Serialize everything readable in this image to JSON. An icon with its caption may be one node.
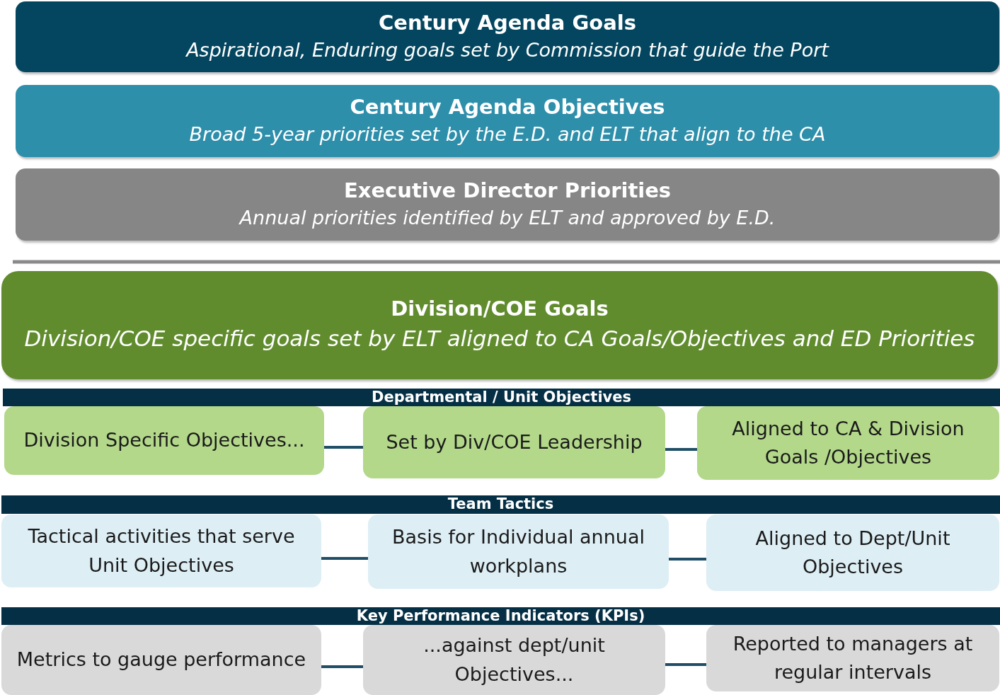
{
  "diagram": {
    "nodes": [
      {
        "text": [
          "Century Agenda Goals",
          "Aspirational, Enduring goals set by Commission that guide the Port"
        ]
      },
      {
        "text": [
          "Century Agenda Objectives",
          "Broad 5-year priorities set by the E.D. and ELT that align to the CA"
        ]
      },
      {
        "text": [
          "Executive Director Priorities",
          "Annual priorities identified by ELT and approved by E.D."
        ]
      },
      {
        "text": [
          "Division/COE Goals",
          "Division/COE specific goals set by ELT aligned to CA Goals/Objectives and ED Priorities"
        ]
      },
      {
        "text": [
          "Departmental / Unit Objectives"
        ]
      },
      {
        "text": [
          "Division Specific Objectives..."
        ]
      },
      {
        "text": [
          "Set by Div/COE Leadership"
        ]
      },
      {
        "text": [
          "Aligned to CA & Division Goals /Objectives"
        ]
      },
      {
        "text": [
          "Team Tactics"
        ]
      },
      {
        "text": [
          "Tactical activities that serve Unit Objectives"
        ]
      },
      {
        "text": [
          "Basis for Individual annual workplans"
        ]
      },
      {
        "text": [
          "Aligned to Dept/Unit Objectives"
        ]
      },
      {
        "text": [
          "Key Performance Indicators (KPIs)"
        ]
      },
      {
        "text": [
          "Metrics to gauge performance"
        ]
      },
      {
        "text": [
          "...against dept/unit Objectives..."
        ]
      },
      {
        "text": [
          "Reported to managers at regular intervals"
        ]
      }
    ],
    "edges": [
      {
        "from": 5,
        "to": 6,
        "arrow": "none"
      },
      {
        "from": 6,
        "to": 7,
        "arrow": "none"
      },
      {
        "from": 9,
        "to": 10,
        "arrow": "none"
      },
      {
        "from": 10,
        "to": 11,
        "arrow": "none"
      },
      {
        "from": 13,
        "to": 14,
        "arrow": "none"
      },
      {
        "from": 14,
        "to": 15,
        "arrow": "none"
      }
    ]
  }
}
